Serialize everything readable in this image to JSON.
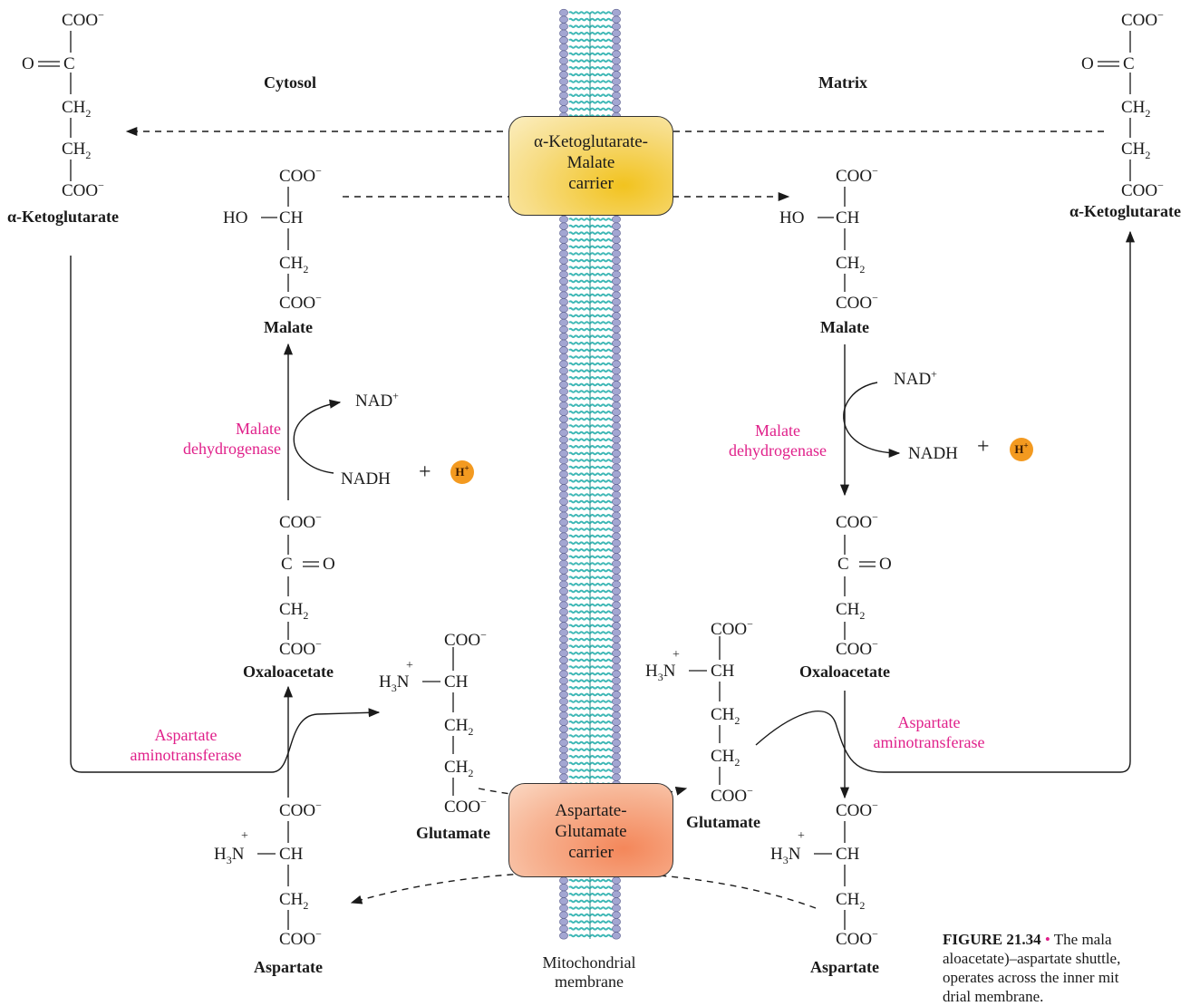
{
  "labels": {
    "cytosol": "Cytosol",
    "matrix": "Matrix",
    "malate": "Malate",
    "oxaloacetate": "Oxaloacetate",
    "aspartate": "Aspartate",
    "glutamate": "Glutamate",
    "alpha_ketoglutarate": "α-Ketoglutarate"
  },
  "chem": {
    "coo": "COO",
    "minus": "−",
    "o_eq_c": "O",
    "c": "C",
    "ch2": "CH",
    "sub2": "2",
    "ho": "HO",
    "ch": "CH",
    "c_eq_o": "O",
    "h3n": "H",
    "sub3": "3",
    "n": "N",
    "plus": "+",
    "nadp": "NAD",
    "nadh": "NADH",
    "plus_sign": "+",
    "hion": "H",
    "hion_sup": "+"
  },
  "enzymes": {
    "malate_dh_1": "Malate",
    "malate_dh_2": "dehydrogenase",
    "asp_at_1": "Aspartate",
    "asp_at_2": "aminotransferase"
  },
  "carriers": {
    "akg_malate": [
      "α-Ketoglutarate-",
      "Malate",
      "carrier"
    ],
    "asp_glu": [
      "Aspartate-",
      "Glutamate",
      "carrier"
    ]
  },
  "membrane_label": [
    "Mitochondrial",
    "membrane"
  ],
  "caption": {
    "fig": "FIGURE 21.34",
    "bullet": "•",
    "line1": "The mala",
    "line2": "aloacetate)–aspartate shuttle,",
    "line3": "operates across the inner mit",
    "line4": "drial membrane."
  },
  "colors": {
    "enzyme": "#e0208a",
    "membrane_head": "#a3a6d2",
    "membrane_tail": "#3fb8b6",
    "hion": "#f39a20",
    "carrier_top": "#f2c31f",
    "carrier_bottom": "#f4875a"
  }
}
